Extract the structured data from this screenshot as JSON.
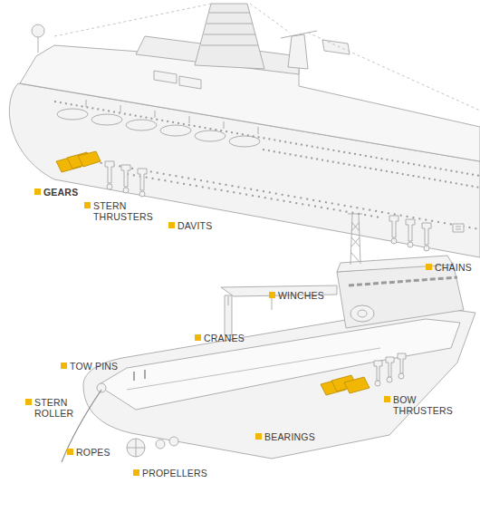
{
  "diagram": {
    "labels": [
      "GEARS",
      "STERN THRUSTERS",
      "DAVITS",
      "CHAINS",
      "WINCHES",
      "CRANES",
      "TOW PINS",
      "STERN ROLLER",
      "BOW THRUSTERS",
      "BEARINGS",
      "ROPES",
      "PROPELLERS"
    ]
  }
}
